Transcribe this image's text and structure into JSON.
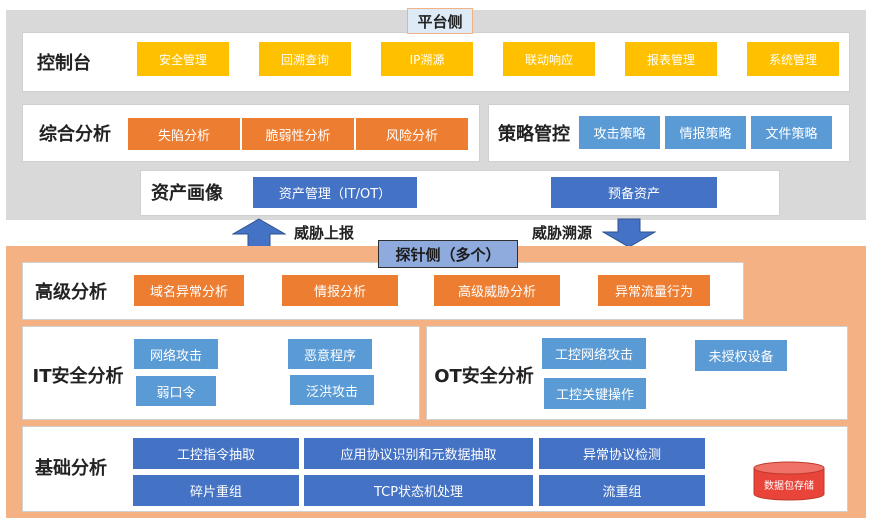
{
  "platform": {
    "title": "平台侧",
    "console": {
      "label": "控制台",
      "items": [
        "安全管理",
        "回溯查询",
        "IP溯源",
        "联动响应",
        "报表管理",
        "系统管理"
      ]
    },
    "comprehensive": {
      "label": "综合分析",
      "items": [
        "失陷分析",
        "脆弱性分析",
        "风险分析"
      ]
    },
    "policy": {
      "label": "策略管控",
      "items": [
        "攻击策略",
        "情报策略",
        "文件策略"
      ]
    },
    "asset": {
      "label": "资产画像",
      "items": [
        "资产管理（IT/OT）",
        "预备资产"
      ]
    }
  },
  "arrows": {
    "up_label": "威胁上报",
    "down_label": "威胁溯源"
  },
  "probe": {
    "title": "探针侧（多个）",
    "advanced": {
      "label": "高级分析",
      "items": [
        "域名异常分析",
        "情报分析",
        "高级威胁分析",
        "异常流量行为"
      ]
    },
    "it": {
      "label": "IT安全分析",
      "items": [
        "网络攻击",
        "恶意程序",
        "弱口令",
        "泛洪攻击"
      ]
    },
    "ot": {
      "label": "OT安全分析",
      "items": [
        "工控网络攻击",
        "未授权设备",
        "工控关键操作"
      ]
    },
    "basic": {
      "label": "基础分析",
      "items": [
        "工控指令抽取",
        "应用协议识别和元数据抽取",
        "异常协议检测",
        "碎片重组",
        "TCP状态机处理",
        "流重组"
      ],
      "storage": "数据包存储"
    }
  },
  "colors": {
    "platform_bg": "#d9d9d9",
    "probe_bg": "#f4b183",
    "yellow": "#ffc000",
    "orange": "#ed7d31",
    "light_blue": "#5b9bd5",
    "dark_blue": "#4472c4",
    "db_red": "#e8443a"
  }
}
